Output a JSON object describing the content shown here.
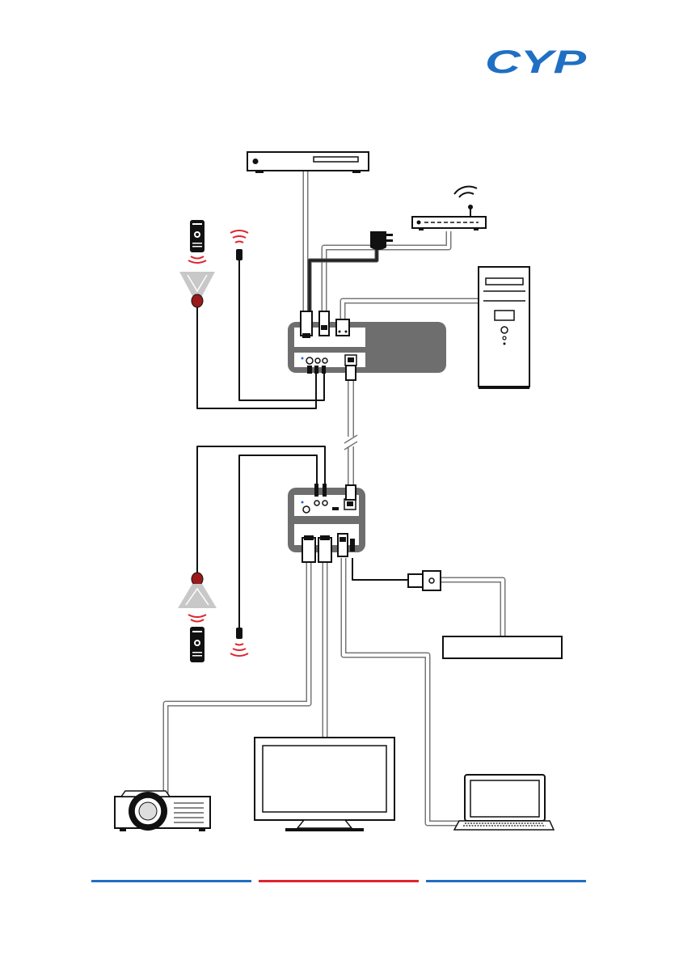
{
  "logo": {
    "text": "CYP",
    "colors": {
      "c": "#1f6fc4",
      "y": "#e0242d",
      "p": "#1f6fc4"
    }
  },
  "diagram": {
    "devices": [
      {
        "name": "blu-ray-player-icon"
      },
      {
        "name": "wifi-router-icon"
      },
      {
        "name": "desktop-pc-tower-icon"
      },
      {
        "name": "ir-remote-control-icon"
      },
      {
        "name": "ir-receiver-icon"
      },
      {
        "name": "ir-blaster-icon"
      },
      {
        "name": "power-adapter-icon"
      },
      {
        "name": "transmitter-unit"
      },
      {
        "name": "receiver-unit"
      },
      {
        "name": "projector-icon"
      },
      {
        "name": "flat-panel-display-icon"
      },
      {
        "name": "laptop-icon"
      },
      {
        "name": "rs232-device-box"
      }
    ],
    "cable_colors": {
      "gray": "#9a9a9a",
      "black": "#111111",
      "unit": "#6e6e6e"
    }
  },
  "footer": {
    "rules": [
      {
        "color": "#1f6fc4"
      },
      {
        "color": "#e0242d"
      },
      {
        "color": "#1f6fc4"
      }
    ]
  }
}
